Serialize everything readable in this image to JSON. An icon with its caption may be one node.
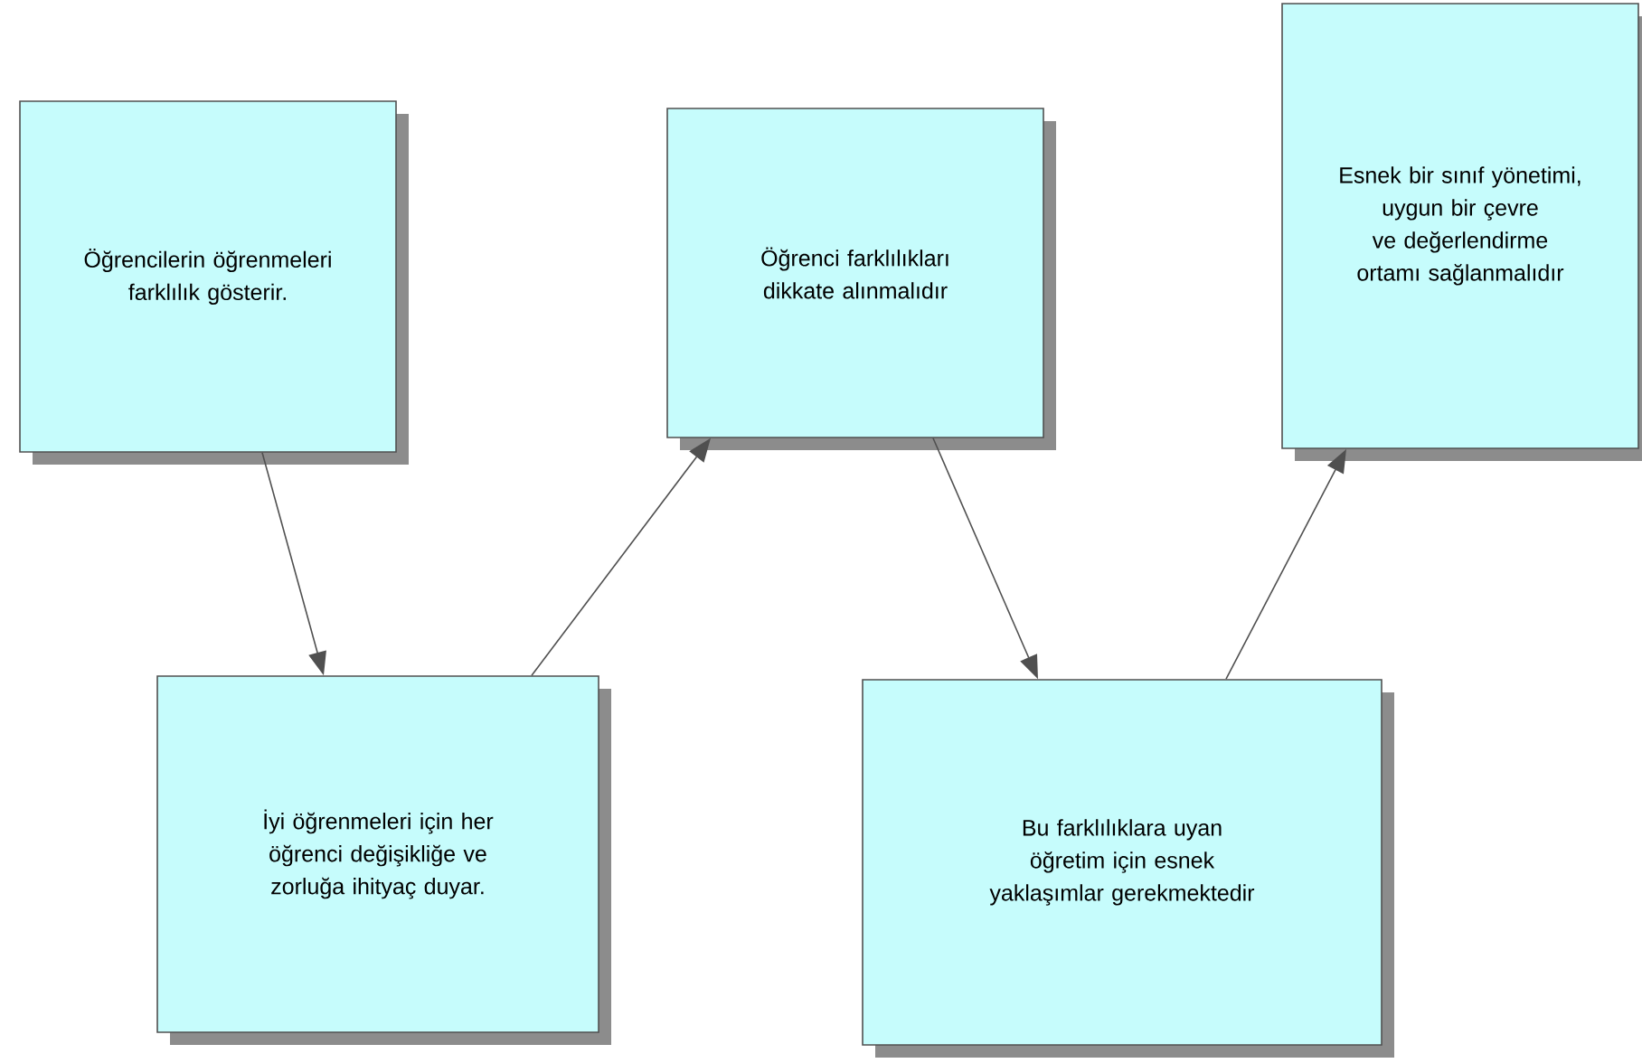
{
  "diagram": {
    "nodes": [
      {
        "text": [
          "Öğrencilerin öğrenmeleri farklılık gösterir."
        ]
      },
      {
        "text": [
          "İyi öğrenmeleri için her öğrenci değişikliğe ve zorluğa ihityaç duyar."
        ]
      },
      {
        "text": [
          "Öğrenci farklılıkları dikkate alınmalıdır"
        ]
      },
      {
        "text": [
          "Bu farklılıklara uyan öğretim için esnek yaklaşımlar gerekmektedir"
        ]
      },
      {
        "text": [
          "Esnek bir sınıf yönetimi, uygun bir çevre ve değerlendirme ortamı sağlanmalıdır"
        ]
      }
    ],
    "edges": [
      {
        "from": 0,
        "to": 1,
        "arrow": "to"
      },
      {
        "from": 1,
        "to": 2,
        "arrow": "to"
      },
      {
        "from": 2,
        "to": 3,
        "arrow": "to"
      },
      {
        "from": 3,
        "to": 4,
        "arrow": "to"
      }
    ]
  }
}
